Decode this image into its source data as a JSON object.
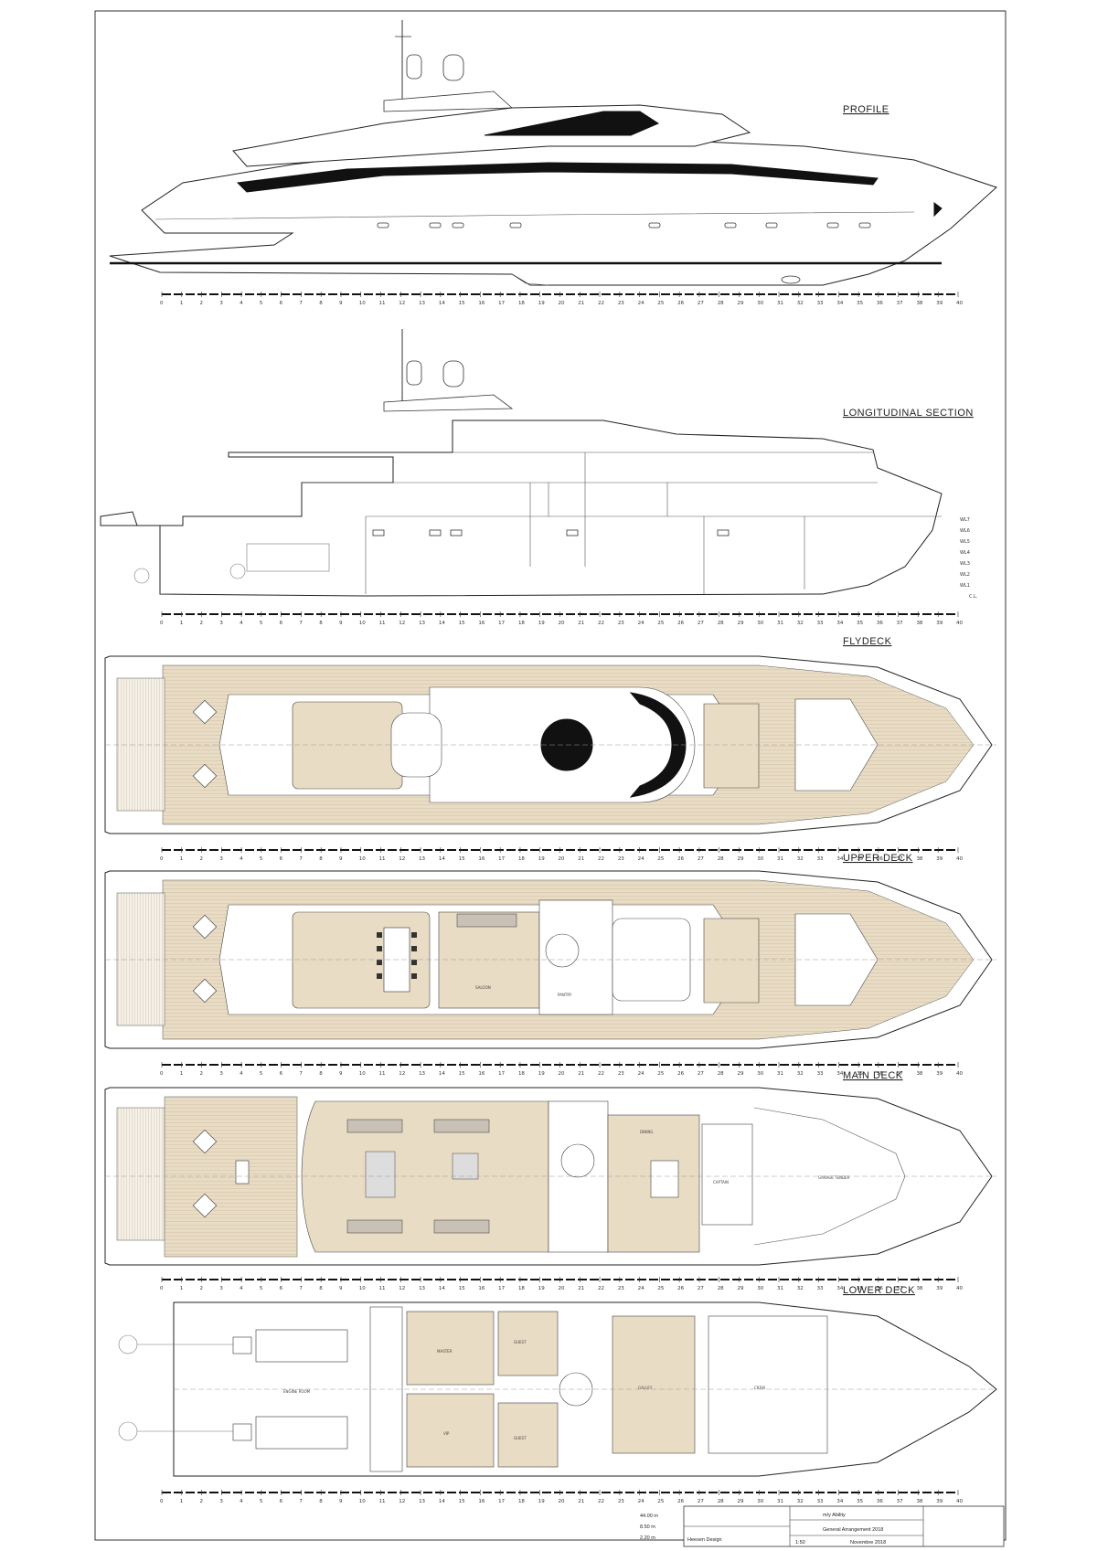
{
  "drawing": {
    "sections": [
      {
        "id": "profile",
        "title": "PROFILE"
      },
      {
        "id": "longitudinal",
        "title": "LONGITUDINAL SECTION"
      },
      {
        "id": "flydeck",
        "title": "FLYDECK"
      },
      {
        "id": "upper",
        "title": "UPPER DECK"
      },
      {
        "id": "main",
        "title": "MAIN DECK"
      },
      {
        "id": "lower",
        "title": "LOWER DECK"
      }
    ],
    "frame_ruler": {
      "from": 0,
      "to": 40,
      "step": 1
    },
    "waterlines": [
      "WL7",
      "WL6",
      "WL5",
      "WL4",
      "WL3",
      "WL2",
      "WL1",
      "C.L."
    ],
    "room_labels": {
      "main_saloon": "SALOON",
      "upper_saloon": "SALOON",
      "dining": "DINING",
      "pantry": "PANTRY",
      "galley": "GALLEY",
      "master": "MASTER",
      "vip": "VIP",
      "guest": "GUEST",
      "garage": "GARAGE TENDER",
      "crew": "CREW",
      "captain": "CAPTAIN",
      "engine_room": "ENGINE ROOM"
    },
    "title_block": {
      "yacht_name": "m/y Ability",
      "drawing_name": "General Arrangement 2018",
      "scale": "1:50",
      "date": "Novembre 2018",
      "loa": "44.00 m",
      "b": "8.50 m",
      "t": "2.20 m",
      "designer": "Heesen Design"
    }
  },
  "colors": {
    "deck_teak": "#e9dcc4",
    "line": "#222222",
    "glass": "#111111"
  }
}
